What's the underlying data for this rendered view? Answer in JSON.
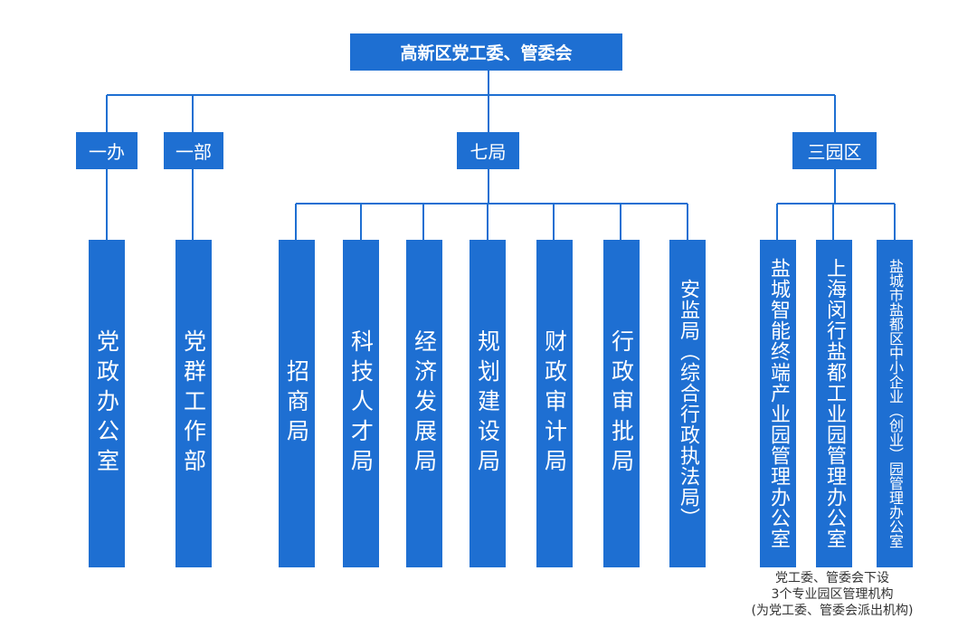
{
  "root": {
    "label": "高新区党工委、管委会"
  },
  "level1": [
    {
      "id": "office",
      "label": "一办"
    },
    {
      "id": "dept",
      "label": "一部"
    },
    {
      "id": "bureaus",
      "label": "七局"
    },
    {
      "id": "parks",
      "label": "三园区"
    }
  ],
  "office_children": [
    {
      "label": "党政办公室"
    }
  ],
  "dept_children": [
    {
      "label": "党群工作部"
    }
  ],
  "bureau_children": [
    {
      "label": "招商局"
    },
    {
      "label": "科技人才局"
    },
    {
      "label": "经济发展局"
    },
    {
      "label": "规划建设局"
    },
    {
      "label": "财政审计局"
    },
    {
      "label": "行政审批局"
    },
    {
      "label": "安监局（综合行政执法局）"
    }
  ],
  "park_children": [
    {
      "label": "盐城智能终端产业园管理办公室"
    },
    {
      "label": "上海闵行盐都工业园管理办公室"
    },
    {
      "label": "盐城市盐都区中小企业（创业）园管理办公室"
    }
  ],
  "note": {
    "line1": "党工委、管委会下设",
    "line2": "3个专业园区管理机构",
    "line3": "(为党工委、管委会派出机构)"
  },
  "colors": {
    "box": "#1e6fd2",
    "line": "#1e6fd2",
    "text": "#ffffff",
    "note": "#333333"
  }
}
